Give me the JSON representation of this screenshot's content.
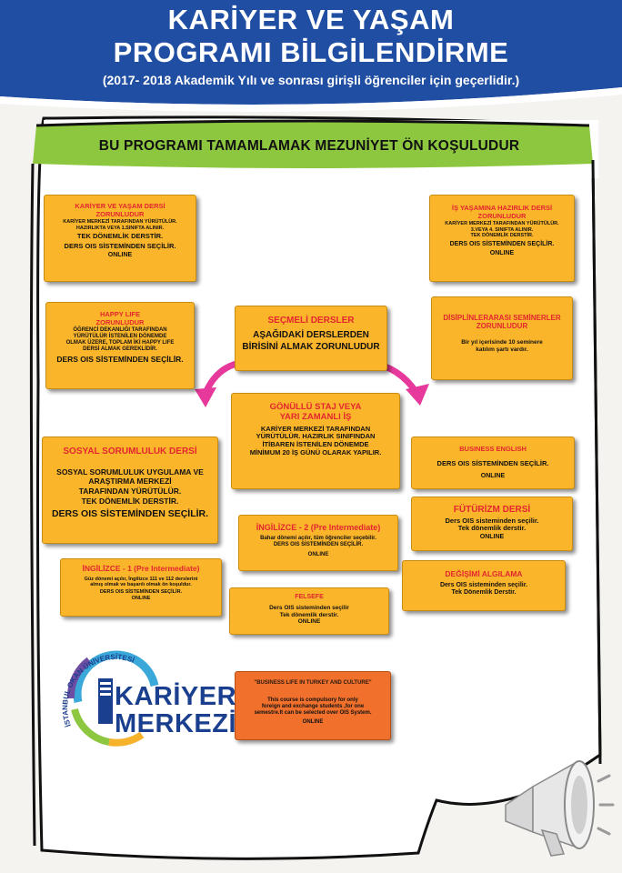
{
  "header": {
    "title_line1": "KARİYER VE YAŞAM",
    "title_line2": "PROGRAMI BİLGİLENDİRME",
    "subtitle": "(2017- 2018 Akademik Yılı ve sonrası girişli öğrenciler için geçerlidir.)"
  },
  "banner": {
    "text": "BU PROGRAMI TAMAMLAMAK MEZUNİYET ÖN KOŞULUDUR"
  },
  "boxes": {
    "kariyer": {
      "title1": "KARİYER VE YAŞAM DERSİ",
      "title2": "ZORUNLUDUR",
      "l1": "KARİYER MERKEZİ TARAFINDAN YÜRÜTÜLÜR.",
      "l2": "HAZIRLIKTA VEYA 1.SINIFTA ALINIR.",
      "l3": "TEK DÖNEMLİK DERSTİR.",
      "l4": "DERS OIS SİSTEMİNDEN SEÇİLİR.",
      "l5": "ONLINE"
    },
    "is_yasam": {
      "title1": "İŞ YAŞAMINA HAZIRLIK DERSİ",
      "title2": "ZORUNLUDUR",
      "l1": "KARİYER MERKEZİ TARAFINDAN YÜRÜTÜLÜR.",
      "l2": "3.VEYA 4. SINIFTA ALINIR.",
      "l3": "TEK DÖNEMLİK DERSTİR.",
      "l4": "DERS OIS SİSTEMİNDEN SEÇİLİR.",
      "l5": "ONLINE"
    },
    "happy": {
      "title1": "HAPPY LIFE",
      "title2": "ZORUNLUDUR",
      "l1": "ÖĞRENCİ DEKANLIĞI TARAFINDAN",
      "l2": "YÜRÜTÜLÜR İSTENİLEN DÖNEMDE",
      "l3": "OLMAK ÜZERE, TOPLAM İKİ HAPPY LIFE",
      "l4": "DERSİ ALMAK GEREKLİDİR.",
      "l5": "DERS OIS SİSTEMİNDEN SEÇİLİR."
    },
    "secmeli": {
      "l1": "SEÇMELİ DERSLER",
      "l2": "AŞAĞIDAKİ DERSLERDEN",
      "l3": "BİRİSİNİ ALMAK ZORUNLUDUR"
    },
    "disiplin": {
      "title1": "DİSİPLİNLERARASI SEMİNERLER",
      "title2": "ZORUNLUDUR",
      "l1": "Bir yıl içerisinde 10 seminere",
      "l2": "katılım şartı vardır."
    },
    "staj": {
      "title1": "GÖNÜLLÜ STAJ VEYA",
      "title2": "YARI ZAMANLI İŞ",
      "l1": "KARİYER MERKEZİ TARAFINDAN",
      "l2": "YÜRÜTÜLÜR. HAZIRLIK SINIFINDAN",
      "l3": "İTİBAREN İSTENİLEN DÖNEMDE",
      "l4": "MİNİMUM 20 İŞ GÜNÜ OLARAK YAPILIR."
    },
    "sosyal": {
      "title": "SOSYAL SORUMLULUK DERSİ",
      "l1": "SOSYAL SORUMLULUK UYGULAMA VE",
      "l2": "ARAŞTIRMA MERKEZİ",
      "l3": "TARAFINDAN YÜRÜTÜLÜR.",
      "l4": "TEK DÖNEMLİK DERSTİR.",
      "l5": "DERS OIS SİSTEMİNDEN SEÇİLİR."
    },
    "business": {
      "title": "BUSINESS ENGLISH",
      "l1": "DERS OIS SİSTEMİNDEN SEÇİLİR.",
      "l2": "ONLINE"
    },
    "futurizm": {
      "title": "FÜTÜRİZM DERSİ",
      "l1": "Ders OIS sisteminden seçilir.",
      "l2": "Tek dönemlik derstir.",
      "l3": "ONLINE"
    },
    "ing2": {
      "title": "İNGİLİZCE - 2 (Pre Intermediate)",
      "l1": "Bahar dönemi açılır, tüm öğrenciler seçebilir.",
      "l2": "DERS OIS SİSTEMİNDEN SEÇİLİR.",
      "l3": "ONLINE"
    },
    "ing1": {
      "title": "İNGİLİZCE - 1 (Pre Intermediate)",
      "l1": "Güz dönemi açılır, İngilizce 111 ve 112 derslerini",
      "l2": "almış olmak ve başarılı olmak ön koşuldur.",
      "l3": "DERS OIS SİSTEMİNDEN SEÇİLİR.",
      "l4": "ONLINE"
    },
    "degisim": {
      "title": "DEĞİŞİMİ ALGILAMA",
      "l1": "Ders OIS sisteminden seçilir.",
      "l2": "Tek Dönemlik Derstir."
    },
    "felsefe": {
      "title": "FELSEFE",
      "l1": "Ders OIS sisteminden seçilir",
      "l2": "Tek dönemlik derstir.",
      "l3": "ONLINE"
    },
    "blt": {
      "title": "\"BUSINESS LIFE IN TURKEY AND CULTURE\"",
      "l1": "This course is compulsory  for only",
      "l2": "foreign and exchange students ,for one",
      "l3": "semestre.It can be selected over OIS System.",
      "l4": "ONLINE"
    }
  },
  "logo": {
    "arc_text": "İSTANBUL OKAN ÜNİVERSİTESİ",
    "line1": "KARİYER",
    "line2": "MERKEZİ"
  },
  "colors": {
    "header_blue": "#1f4ea3",
    "banner_green": "#8dc63f",
    "box_yellow": "#fbb52b",
    "box_orange": "#f0702c",
    "title_red": "#e3262f",
    "arrow_pink": "#e6399b"
  }
}
